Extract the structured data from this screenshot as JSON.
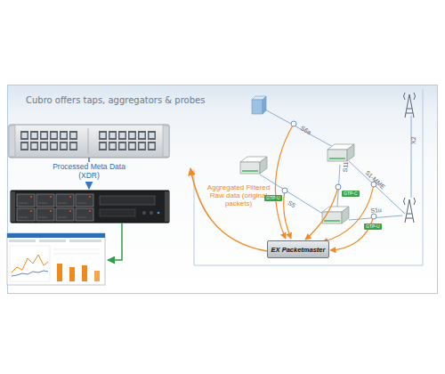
{
  "diagram": {
    "nodes": [
      {
        "text": [
          "Cubro offers taps, aggregators & probes"
        ]
      },
      {
        "text": [
          "EX Packetmaster"
        ],
        "in": 0
      }
    ],
    "labels": [
      "Processed Meta Data (XDR)",
      "Aggregated Filtered Raw data (original packets)",
      "S6a",
      "S11",
      "S5",
      "S1-MME",
      "S1u",
      "X2",
      "GTP-C",
      "GTP-U",
      "GTP-U"
    ]
  }
}
